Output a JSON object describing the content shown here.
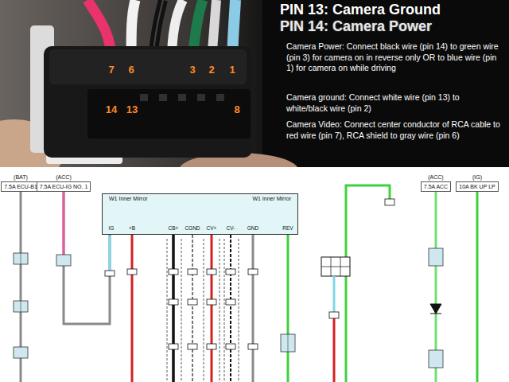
{
  "diagram": {
    "nodes": [
      {
        "text": [
          "W1 Inner Mirror",
          "W1 Inner Mirror"
        ]
      },
      {
        "text": [
          "(BAT)",
          "7.5A ECU-B1"
        ]
      },
      {
        "text": [
          "(ACC)",
          "7.5A ECU-IG NO. 1"
        ]
      },
      {
        "text": [
          "(ACC)",
          "7.5A ACC"
        ]
      },
      {
        "text": [
          "(IG)",
          "10A BK UP LP"
        ]
      }
    ],
    "edges": [
      {
        "from": 2,
        "to": 0,
        "arrow": "none"
      }
    ],
    "labels": [
      "PIN 13: Camera Ground",
      "PIN 14: Camera Power",
      "Camera Power: Connect black wire (pin 14) to green wire (pin 3) for camera on in reverse only OR to blue wire (pin 1) for camera on while driving",
      "Camera ground: Connect  white wire (pin 13) to white/black wire (pin 2)",
      "Camera Video: Connect center conductor of RCA cable to red wire (pin 7), RCA shield to gray wire (pin 6)",
      "7",
      "6",
      "3",
      "2",
      "1",
      "14",
      "13",
      "8",
      "IG",
      "+B",
      "CB+",
      "CGND",
      "CV+",
      "CV-",
      "GND",
      "REV"
    ]
  }
}
